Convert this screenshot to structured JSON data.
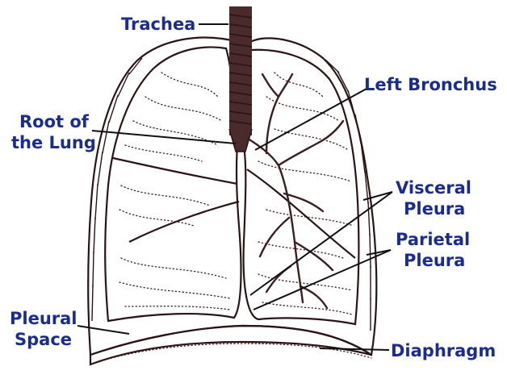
{
  "labels": {
    "trachea": "Trachea",
    "left_bronchus": "Left Bronchus",
    "root_line1": "Root of",
    "root_line2": "the Lung",
    "visceral_line1": "Visceral",
    "visceral_line2": "Pleura",
    "parietal_line1": "Parietal",
    "parietal_line2": "Pleura",
    "pleural_line1": "Pleural",
    "pleural_line2": "Space",
    "diaphragm": "Diaphragm"
  },
  "colors": {
    "label_text": "#1a2d8c",
    "lung_fill": "#e8a5a5",
    "pleura_fill": "#f2c4c2",
    "outline": "#2a1416",
    "background": "#ffffff"
  }
}
